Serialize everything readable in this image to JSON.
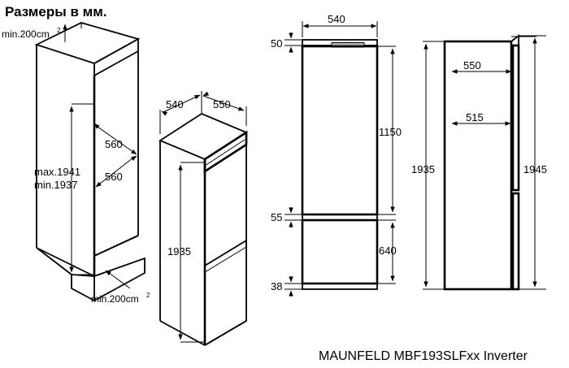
{
  "page": {
    "title": "Размеры в мм.",
    "caption": "MAUNFELD MBF193SLFxx Inverter",
    "units": "mm",
    "background_color": "#ffffff",
    "line_color": "#000000",
    "handle_color": "#b3b3b3"
  },
  "diagrams": [
    {
      "id": "niche-cabinet",
      "name": "Niche / cabinet isometric view",
      "labels": [
        {
          "key": "vent_top",
          "text": "min.200cm",
          "superscript": "2"
        },
        {
          "key": "vent_bottom",
          "text": "min.200cm",
          "superscript": "2"
        },
        {
          "key": "height_max",
          "text": "max.1941"
        },
        {
          "key": "height_min",
          "text": "min.1937"
        },
        {
          "key": "width_upper",
          "text": "560"
        },
        {
          "key": "depth_lower",
          "text": "560"
        }
      ]
    },
    {
      "id": "appliance-iso",
      "name": "Appliance isometric view",
      "labels": [
        {
          "key": "width",
          "text": "540"
        },
        {
          "key": "depth",
          "text": "550"
        },
        {
          "key": "height",
          "text": "1935"
        }
      ]
    },
    {
      "id": "front-view",
      "name": "Front elevation",
      "labels": [
        {
          "key": "width",
          "text": "540"
        },
        {
          "key": "top_gap",
          "text": "50"
        },
        {
          "key": "upper_door",
          "text": "1150"
        },
        {
          "key": "mid_gap",
          "text": "55"
        },
        {
          "key": "lower_door",
          "text": "640"
        },
        {
          "key": "bottom_gap",
          "text": "38"
        }
      ]
    },
    {
      "id": "side-view",
      "name": "Side elevation",
      "labels": [
        {
          "key": "depth_body",
          "text": "550"
        },
        {
          "key": "depth_inner",
          "text": "515"
        },
        {
          "key": "height_body",
          "text": "1935"
        },
        {
          "key": "height_total",
          "text": "1945"
        }
      ]
    }
  ]
}
